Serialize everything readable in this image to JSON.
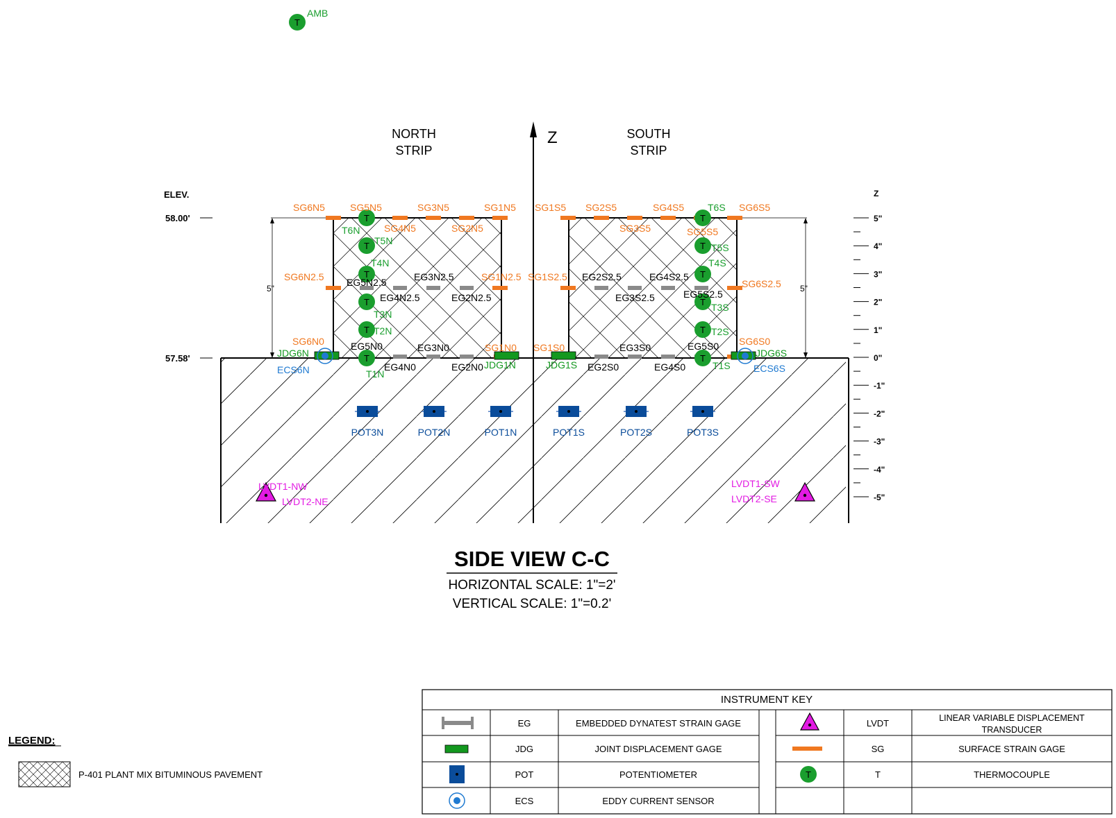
{
  "colors": {
    "sg": "#f07820",
    "thermo": "#1a9e2e",
    "jdg": "#13981f",
    "ecs": "#1f7ad1",
    "pot": "#0a4c9a",
    "lvdt": "#e21be2",
    "eg": "#8a8a8a"
  },
  "header": {
    "north": [
      "NORTH",
      "STRIP"
    ],
    "south": [
      "SOUTH",
      "STRIP"
    ],
    "z_axis": "Z"
  },
  "elevation": {
    "label": "ELEV.",
    "top": "58.00'",
    "bottom": "57.58'"
  },
  "dims": {
    "left_height": "5\"",
    "right_height": "5\""
  },
  "z_scale": {
    "label": "Z",
    "ticks": [
      "5\"",
      "4\"",
      "3\"",
      "2\"",
      "1\"",
      "0\"",
      "-1\"",
      "-2\"",
      "-3\"",
      "-4\"",
      "-5\""
    ]
  },
  "sensors": {
    "amb": "AMB",
    "sg_north": [
      "SG6N5",
      "SG5N5",
      "SG3N5",
      "SG1N5",
      "SG4N5",
      "SG2N5",
      "SG6N2.5",
      "SG1N2.5",
      "SG6N0",
      "SG1N0"
    ],
    "sg_south": [
      "SG1S5",
      "SG2S5",
      "SG4S5",
      "SG6S5",
      "SG3S5",
      "SG5S5",
      "SG1S2.5",
      "SG6S2.5",
      "SG1S0",
      "SG6S0"
    ],
    "thermo_north": [
      "T6N",
      "T5N",
      "T4N",
      "T3N",
      "T2N",
      "T1N"
    ],
    "thermo_south": [
      "T6S",
      "T5S",
      "T4S",
      "T3S",
      "T2S",
      "T1S"
    ],
    "eg_north": [
      "EG5N2.5",
      "EG3N2.5",
      "EG4N2.5",
      "EG2N2.5",
      "EG5N0",
      "EG3N0",
      "EG4N0",
      "EG2N0"
    ],
    "eg_south": [
      "EG2S2.5",
      "EG4S2.5",
      "EG3S2.5",
      "EG5S2.5",
      "EG3S0",
      "EG5S0",
      "EG2S0",
      "EG4S0"
    ],
    "jdg": [
      "JDG6N",
      "JDG1N",
      "JDG1S",
      "JDG6S"
    ],
    "ecs": [
      "ECS6N",
      "ECS6S"
    ],
    "pot": [
      "POT3N",
      "POT2N",
      "POT1N",
      "POT1S",
      "POT2S",
      "POT3S"
    ],
    "lvdt_left": [
      "LVDT1-NW",
      "LVDT2-NE"
    ],
    "lvdt_right": [
      "LVDT1-SW",
      "LVDT2-SE"
    ],
    "thermo_glyph": "T"
  },
  "title": {
    "main": "SIDE VIEW C-C",
    "hscale": "HORIZONTAL SCALE: 1\"=2'",
    "vscale": "VERTICAL SCALE: 1\"=0.2'"
  },
  "legend": {
    "heading": "LEGEND:",
    "item": "P-401 PLANT MIX BITUMINOUS PAVEMENT"
  },
  "key": {
    "title": "INSTRUMENT KEY",
    "left_rows": [
      {
        "code": "EG",
        "desc": "EMBEDDED DYNATEST STRAIN GAGE",
        "icon": "eg-icon"
      },
      {
        "code": "JDG",
        "desc": "JOINT DISPLACEMENT GAGE",
        "icon": "jdg-icon"
      },
      {
        "code": "POT",
        "desc": "POTENTIOMETER",
        "icon": "pot-icon"
      },
      {
        "code": "ECS",
        "desc": "EDDY CURRENT SENSOR",
        "icon": "ecs-icon"
      }
    ],
    "right_rows": [
      {
        "code": "LVDT",
        "desc_lines": [
          "LINEAR VARIABLE DISPLACEMENT",
          "TRANSDUCER"
        ],
        "icon": "lvdt-icon"
      },
      {
        "code": "SG",
        "desc_lines": [
          "SURFACE STRAIN GAGE"
        ],
        "icon": "sg-icon"
      },
      {
        "code": "T",
        "desc_lines": [
          "THERMOCOUPLE"
        ],
        "icon": "thermocouple-icon"
      }
    ]
  }
}
